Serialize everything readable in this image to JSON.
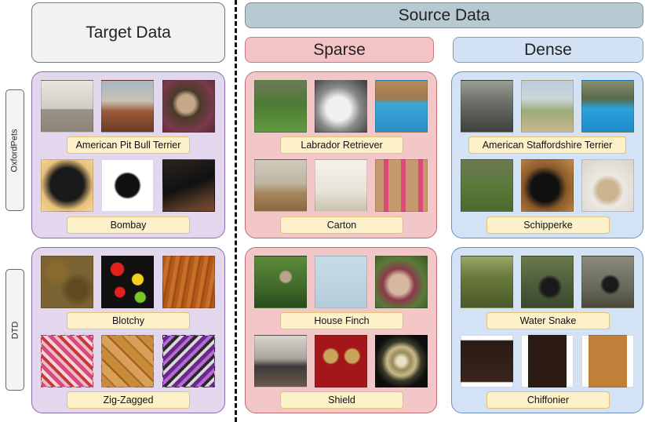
{
  "headers": {
    "target": "Target Data",
    "source": "Source Data",
    "sparse": "Sparse",
    "dense": "Dense"
  },
  "row_labels": {
    "oxford": "OxfordPets",
    "dtd": "DTD"
  },
  "labels": {
    "oxford_target_top": "American Pit Bull Terrier",
    "oxford_target_bottom": "Bombay",
    "oxford_sparse_top": "Labrador Retriever",
    "oxford_sparse_bottom": "Carton",
    "oxford_dense_top": "American Staffordshire Terrier",
    "oxford_dense_bottom": "Schipperke",
    "dtd_target_top": "Blotchy",
    "dtd_target_bottom": "Zig-Zagged",
    "dtd_sparse_top": "House Finch",
    "dtd_sparse_bottom": "Shield",
    "dtd_dense_top": "Water Snake",
    "dtd_dense_bottom": "Chiffonier"
  }
}
